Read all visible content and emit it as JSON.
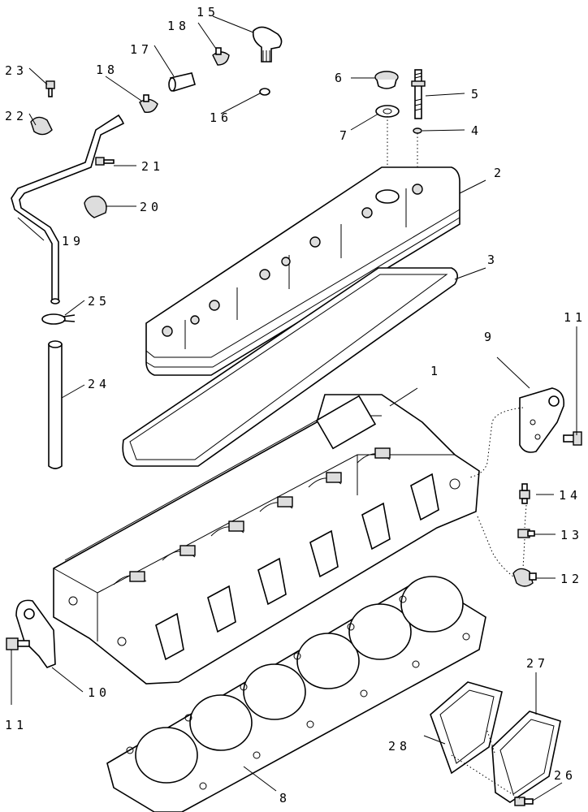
{
  "callouts": {
    "c1": "1",
    "c2": "2",
    "c3": "3",
    "c4": "4",
    "c5": "5",
    "c6": "6",
    "c7": "7",
    "c8": "8",
    "c9": "9",
    "c10": "10",
    "c11a": "11",
    "c11b": "11",
    "c12": "12",
    "c13": "13",
    "c14": "14",
    "c15": "15",
    "c16": "16",
    "c17": "17",
    "c18a": "18",
    "c18b": "18",
    "c19": "19",
    "c20": "20",
    "c21": "21",
    "c22": "22",
    "c23": "23",
    "c24": "24",
    "c25": "25",
    "c26": "26",
    "c27": "27",
    "c28": "28"
  }
}
